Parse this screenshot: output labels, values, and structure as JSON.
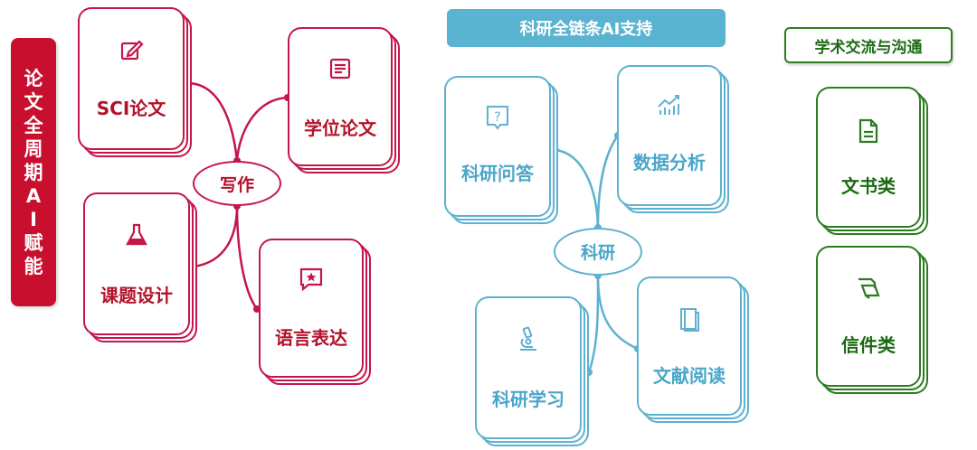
{
  "left_banner": "论文全周期AI赋能",
  "writing": {
    "hub": "写作",
    "items": [
      "SCI论文",
      "学位论文",
      "课题设计",
      "语言表达"
    ],
    "icons": [
      "edit-icon",
      "document-lines-icon",
      "flask-icon",
      "star-chat-icon"
    ],
    "color": "#c4164a"
  },
  "research": {
    "header": "科研全链条AI支持",
    "hub": "科研",
    "items": [
      "科研问答",
      "数据分析",
      "科研学习",
      "文献阅读"
    ],
    "icons": [
      "question-bubble-icon",
      "chart-icon",
      "microscope-icon",
      "book-icon"
    ],
    "color": "#5eb1d0"
  },
  "academic": {
    "header": "学术交流与沟通",
    "items": [
      "文书类",
      "信件类"
    ],
    "icons": [
      "file-icon",
      "letter-icon"
    ],
    "color": "#2a7d1f"
  }
}
